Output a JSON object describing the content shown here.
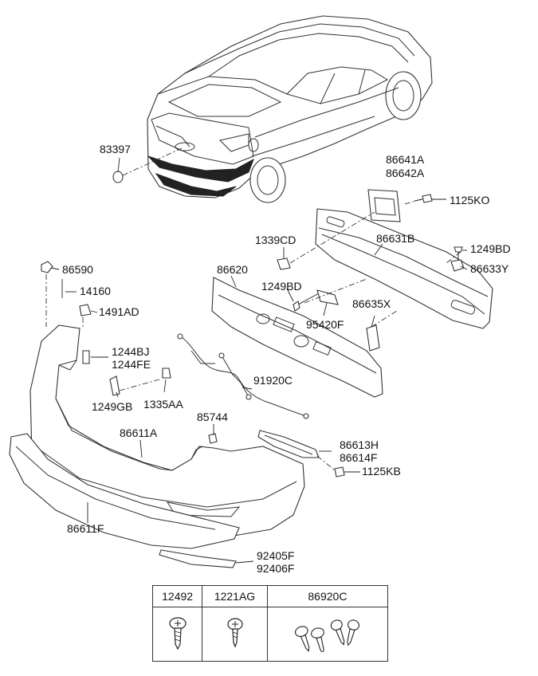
{
  "labels": {
    "l83397": "83397",
    "l86641A": "86641A",
    "l86642A": "86642A",
    "l1125KO": "1125KO",
    "l1339CD": "1339CD",
    "l86631B": "86631B",
    "l1249BD_a": "1249BD",
    "l86633Y": "86633Y",
    "l86590": "86590",
    "l86620": "86620",
    "l14160": "14160",
    "l1249BD_b": "1249BD",
    "l1491AD": "1491AD",
    "l86635X": "86635X",
    "l95420F": "95420F",
    "l1244BJ": "1244BJ",
    "l1244FE": "1244FE",
    "l91920C": "91920C",
    "l1249GB": "1249GB",
    "l1335AA": "1335AA",
    "l85744": "85744",
    "l86611A": "86611A",
    "l86613H": "86613H",
    "l86614F": "86614F",
    "l1125KB": "1125KB",
    "l86611F": "86611F",
    "l92405F": "92405F",
    "l92406F": "92406F"
  },
  "table": {
    "headers": [
      "12492",
      "1221AG",
      "86920C"
    ]
  }
}
